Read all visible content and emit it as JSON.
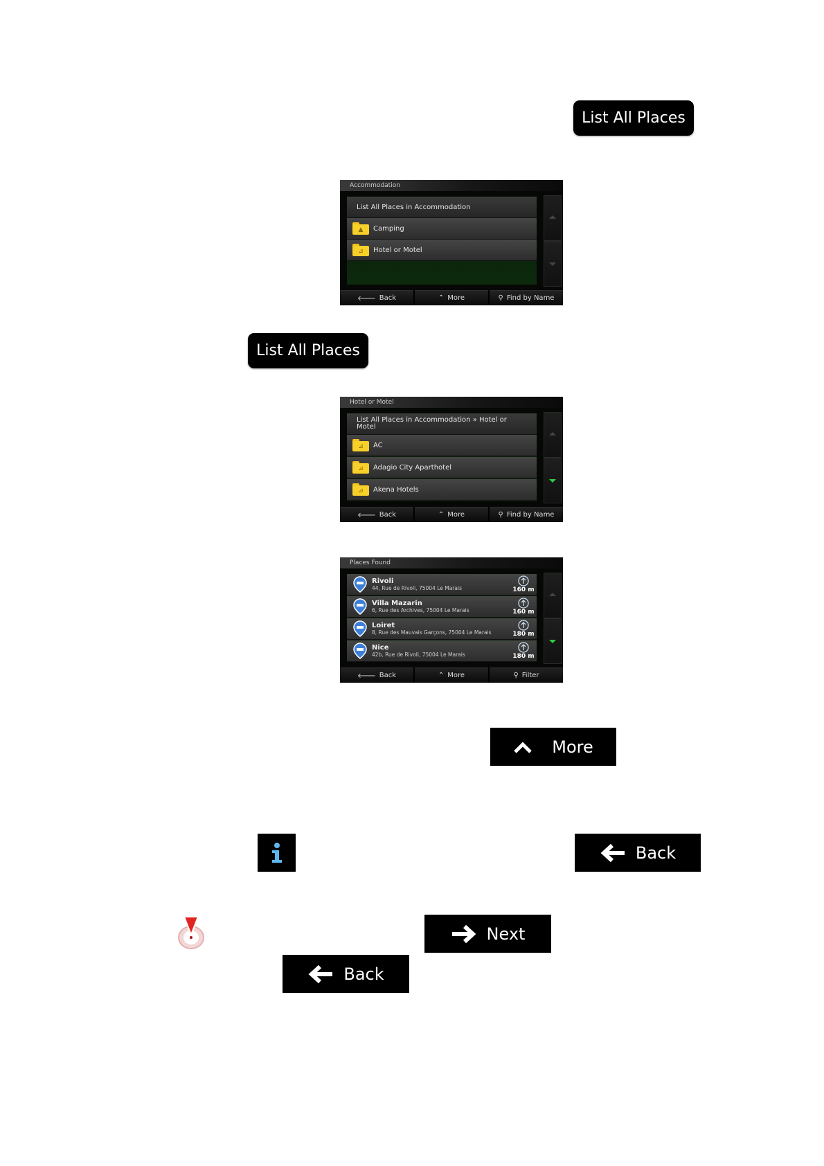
{
  "buttons": {
    "list_all_places_1": "List All Places",
    "list_all_places_2": "List All Places",
    "more": "More",
    "back_1": "Back",
    "next": "Next",
    "back_2": "Back"
  },
  "screen1": {
    "title": "Accommodation",
    "header_row": "List All Places in Accommodation",
    "rows": [
      "Camping",
      "Hotel or Motel"
    ],
    "bottom": {
      "back": "Back",
      "more": "More",
      "find": "Find by Name"
    }
  },
  "screen2": {
    "title": "Hotel or Motel",
    "header_row_line1": "List All Places in Accommodation » Hotel or",
    "header_row_line2": "Motel",
    "rows": [
      "AC",
      "Adagio City Aparthotel",
      "Akena Hotels"
    ],
    "bottom": {
      "back": "Back",
      "more": "More",
      "find": "Find by Name"
    }
  },
  "screen3": {
    "title": "Places Found",
    "places": [
      {
        "name": "Rivoli",
        "address": "44, Rue de Rivoli, 75004 Le Marais",
        "distance": "160 m"
      },
      {
        "name": "Villa Mazarin",
        "address": "6, Rue des Archives, 75004 Le Marais",
        "distance": "160 m"
      },
      {
        "name": "Loiret",
        "address": "8, Rue des Mauvais Garçons, 75004 Le Marais",
        "distance": "180 m"
      },
      {
        "name": "Nice",
        "address": "42b, Rue de Rivoli, 75004 Le Marais",
        "distance": "180 m"
      }
    ],
    "bottom": {
      "back": "Back",
      "more": "More",
      "filter": "Filter"
    }
  },
  "icons": [
    "info-icon",
    "destination-pin-icon",
    "back-arrow-icon",
    "next-arrow-icon",
    "chevron-up-icon",
    "search-icon",
    "folder-icon",
    "hotel-pin-icon",
    "route-icon"
  ]
}
